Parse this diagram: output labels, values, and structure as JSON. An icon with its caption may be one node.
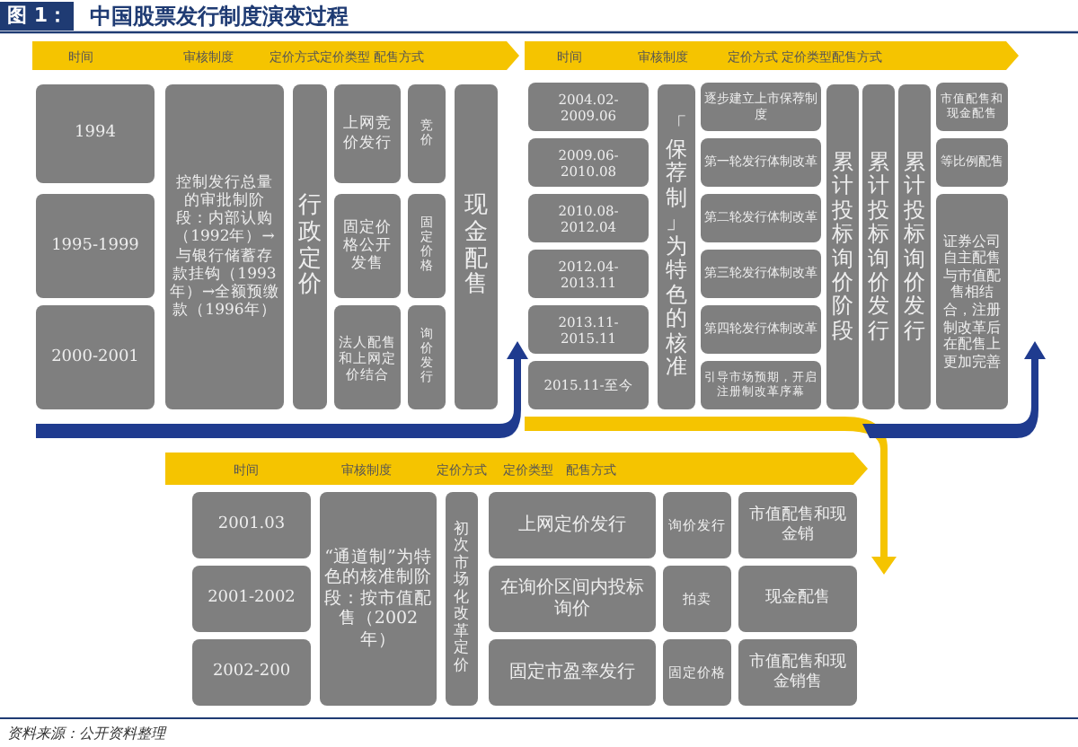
{
  "diagram": {
    "title": "中国股票发行制度演变过程",
    "caption": "资料来源：公开资料整理",
    "nodes": [
      {
        "text": [
          "1994"
        ]
      },
      {
        "text": [
          "1995-1999"
        ]
      },
      {
        "text": [
          "2000-2001"
        ]
      },
      {
        "text": [
          "控制发行总量的审批制阶段：内部认购（1992年）→与银行储蓄存款挂钩（1993年）→全额预缴款（1996年）"
        ]
      },
      {
        "text": [
          "行政定价"
        ]
      },
      {
        "text": [
          "上网竞价发行"
        ]
      },
      {
        "text": [
          "竞价"
        ]
      },
      {
        "text": [
          "固定价格公开发售"
        ]
      },
      {
        "text": [
          "固定价格"
        ]
      },
      {
        "text": [
          "法人配售和上网定价结合"
        ]
      },
      {
        "text": [
          "询价发行"
        ]
      },
      {
        "text": [
          "现金配售"
        ]
      },
      {
        "text": [
          "2004.02-2009.06"
        ]
      },
      {
        "text": [
          "2009.06-2010.08"
        ]
      },
      {
        "text": [
          "2010.08-2012.04"
        ]
      },
      {
        "text": [
          "2012.04-2013.11"
        ]
      },
      {
        "text": [
          "2013.11-2015.11"
        ]
      },
      {
        "text": [
          "2015.11-至今"
        ]
      },
      {
        "text": [
          "「保荐制」为特色的核准"
        ]
      },
      {
        "text": [
          "逐步建立上市保荐制度"
        ]
      },
      {
        "text": [
          "第一轮发行体制改革"
        ]
      },
      {
        "text": [
          "第二轮发行体制改革"
        ]
      },
      {
        "text": [
          "第三轮发行体制改革"
        ]
      },
      {
        "text": [
          "第四轮发行体制改革"
        ]
      },
      {
        "text": [
          "引导市场预期，开启注册制改革序幕"
        ]
      },
      {
        "text": [
          "累计投标询价阶段"
        ]
      },
      {
        "text": [
          "累计投标询价发行"
        ]
      },
      {
        "text": [
          "累计投标询价发行"
        ]
      },
      {
        "text": [
          "市值配售和现金配售"
        ]
      },
      {
        "text": [
          "等比例配售"
        ]
      },
      {
        "text": [
          "证券公司自主配售与市值配售相结合，注册制改革后在配售上更加完善"
        ]
      },
      {
        "text": [
          "2001.03"
        ]
      },
      {
        "text": [
          "2001-2002"
        ]
      },
      {
        "text": [
          "2002-200"
        ]
      },
      {
        "text": [
          "“通道制”为特色的核准制阶段：按市值配售（2002年）"
        ]
      },
      {
        "text": [
          "初次市场化改革定价"
        ]
      },
      {
        "text": [
          "上网定价发行"
        ]
      },
      {
        "text": [
          "在询价区间内投标询价"
        ]
      },
      {
        "text": [
          "固定市盈率发行"
        ]
      },
      {
        "text": [
          "询价发行"
        ]
      },
      {
        "text": [
          "拍卖"
        ]
      },
      {
        "text": [
          "固定价格"
        ]
      },
      {
        "text": [
          "市值配售和现金销"
        ]
      },
      {
        "text": [
          "现金配售"
        ]
      },
      {
        "text": [
          "市值配售和现金销售"
        ]
      }
    ],
    "labels": [
      "图 1：",
      "时间",
      "审核制度",
      "定价方式",
      "定价类型",
      "配售方式",
      "时间",
      "审核制度",
      "定价方式",
      "定价类型",
      "配售方式",
      "时间",
      "审核制度",
      "定价方式",
      "定价类型",
      "配售方式"
    ]
  }
}
